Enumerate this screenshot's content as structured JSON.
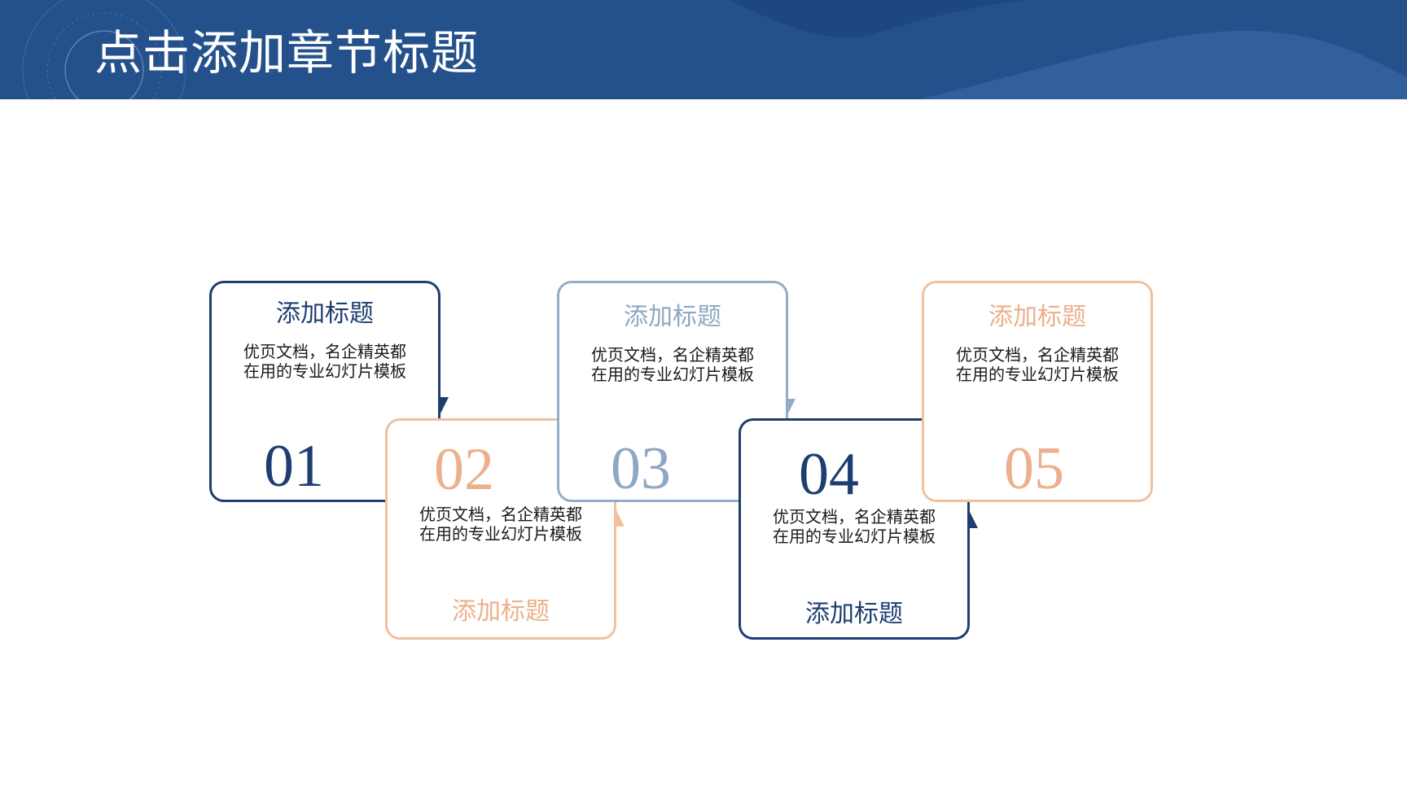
{
  "header": {
    "title": "点击添加章节标题",
    "background_color": "#24518c"
  },
  "colors": {
    "navy": "#1e3e70",
    "peach": "#f1c09e",
    "steel": "#93acc7"
  },
  "steps": [
    {
      "number": "01",
      "title": "添加标题",
      "desc_line1": "优页文档，名企精英都",
      "desc_line2": "在用的专业幻灯片模板",
      "color": "#1e3e70"
    },
    {
      "number": "02",
      "title": "添加标题",
      "desc_line1": "优页文档，名企精英都",
      "desc_line2": "在用的专业幻灯片模板",
      "color": "#f1c09e"
    },
    {
      "number": "03",
      "title": "添加标题",
      "desc_line1": "优页文档，名企精英都",
      "desc_line2": "在用的专业幻灯片模板",
      "color": "#93acc7"
    },
    {
      "number": "04",
      "title": "添加标题",
      "desc_line1": "优页文档，名企精英都",
      "desc_line2": "在用的专业幻灯片模板",
      "color": "#1e3e70"
    },
    {
      "number": "05",
      "title": "添加标题",
      "desc_line1": "优页文档，名企精英都",
      "desc_line2": "在用的专业幻灯片模板",
      "color": "#f1c09e"
    }
  ]
}
